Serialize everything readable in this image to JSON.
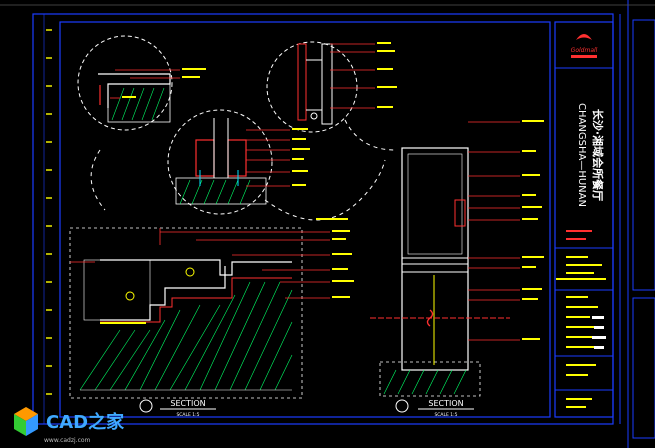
{
  "title_block": {
    "city_en": "CHANGSHA—HUNAN",
    "city_cn": "长沙·湘域会所餐厅",
    "logo_text": "Goldmall"
  },
  "sections": [
    {
      "label": "SECTION",
      "scale": "SCALE 1:5"
    },
    {
      "label": "SECTION",
      "scale": "SCALE 1:5"
    }
  ],
  "watermark": {
    "brand": "CAD之家",
    "url": "www.cadzj.com"
  },
  "colors": {
    "background": "#000000",
    "frame": "#1a3cff",
    "annotation": "#ffff00",
    "leader": "#ff3030",
    "detail": "#ffffff",
    "hatch": "#00ff66",
    "accent": "#00e0ff"
  }
}
